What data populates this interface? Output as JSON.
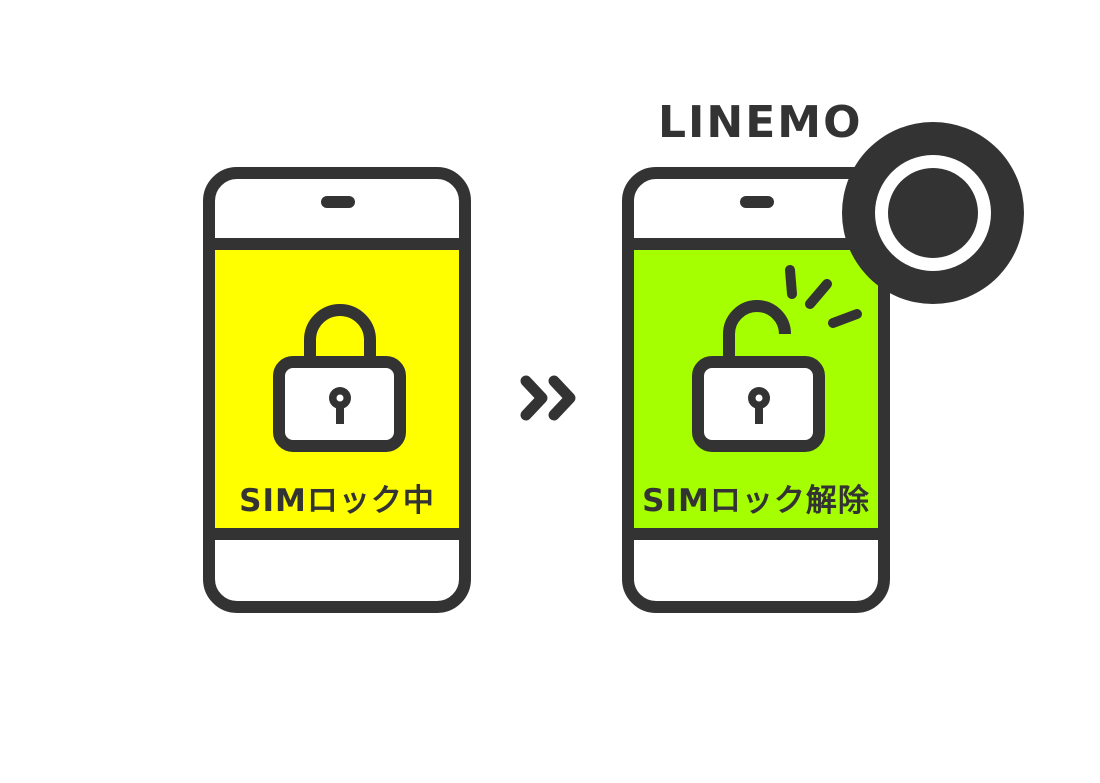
{
  "colors": {
    "outline": "#333333",
    "locked_screen": "#FFFF00",
    "unlocked_screen": "#A6FF00",
    "background": "#FFFFFF"
  },
  "brand": {
    "name": "LINEMO"
  },
  "before_phone": {
    "status_label": "SIMロック中",
    "icon": "lock-closed-icon"
  },
  "transition": {
    "icon": "double-chevron-right-icon"
  },
  "after_phone": {
    "status_label": "SIMロック解除",
    "icon": "lock-open-icon",
    "badge_icon": "circle-ok-icon"
  }
}
